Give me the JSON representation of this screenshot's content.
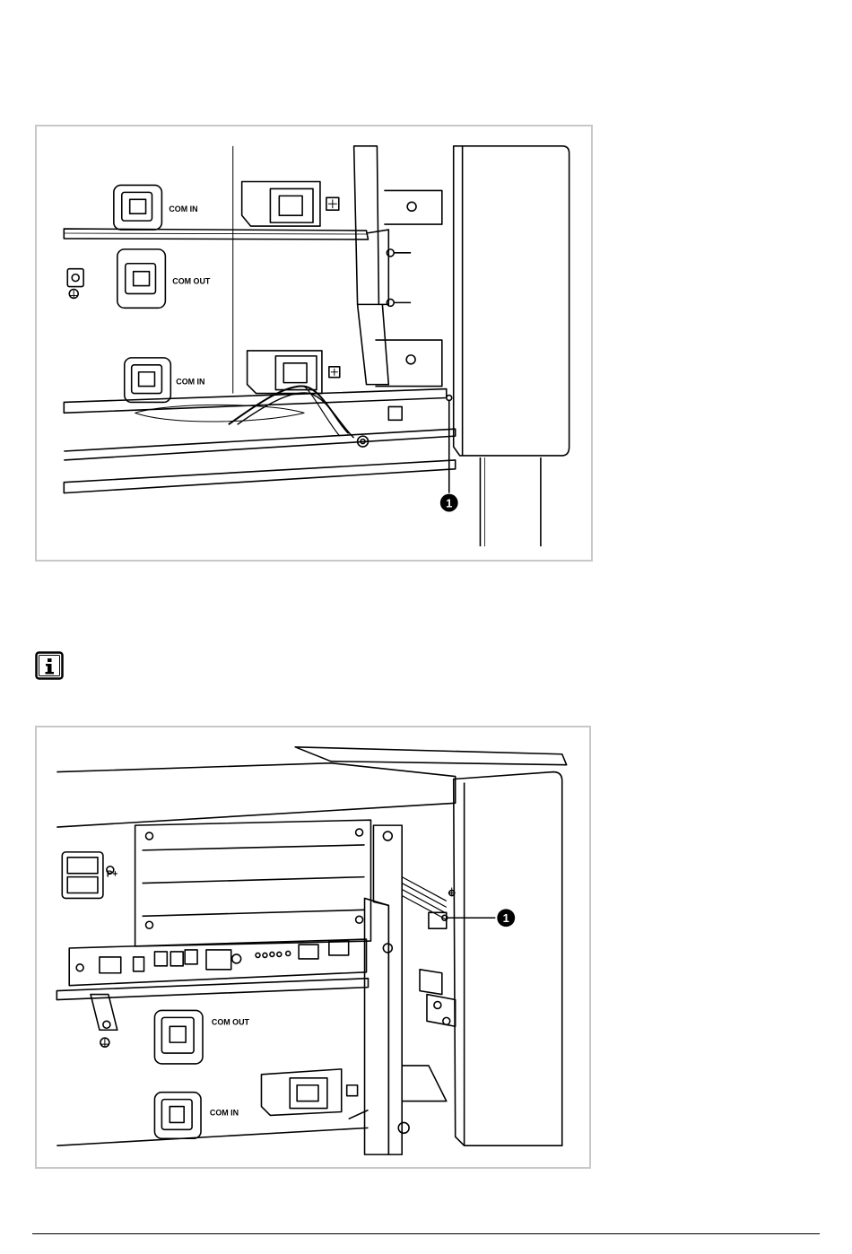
{
  "figure1": {
    "labels": {
      "com_in_top": "COM IN",
      "com_out": "COM OUT",
      "com_in_bottom": "COM IN"
    },
    "callout": "1"
  },
  "info_note": {
    "icon": "info-icon"
  },
  "figure2": {
    "labels": {
      "p_plus": "P+",
      "com_out": "COM OUT",
      "com_in": "COM IN"
    },
    "callout": "1"
  }
}
